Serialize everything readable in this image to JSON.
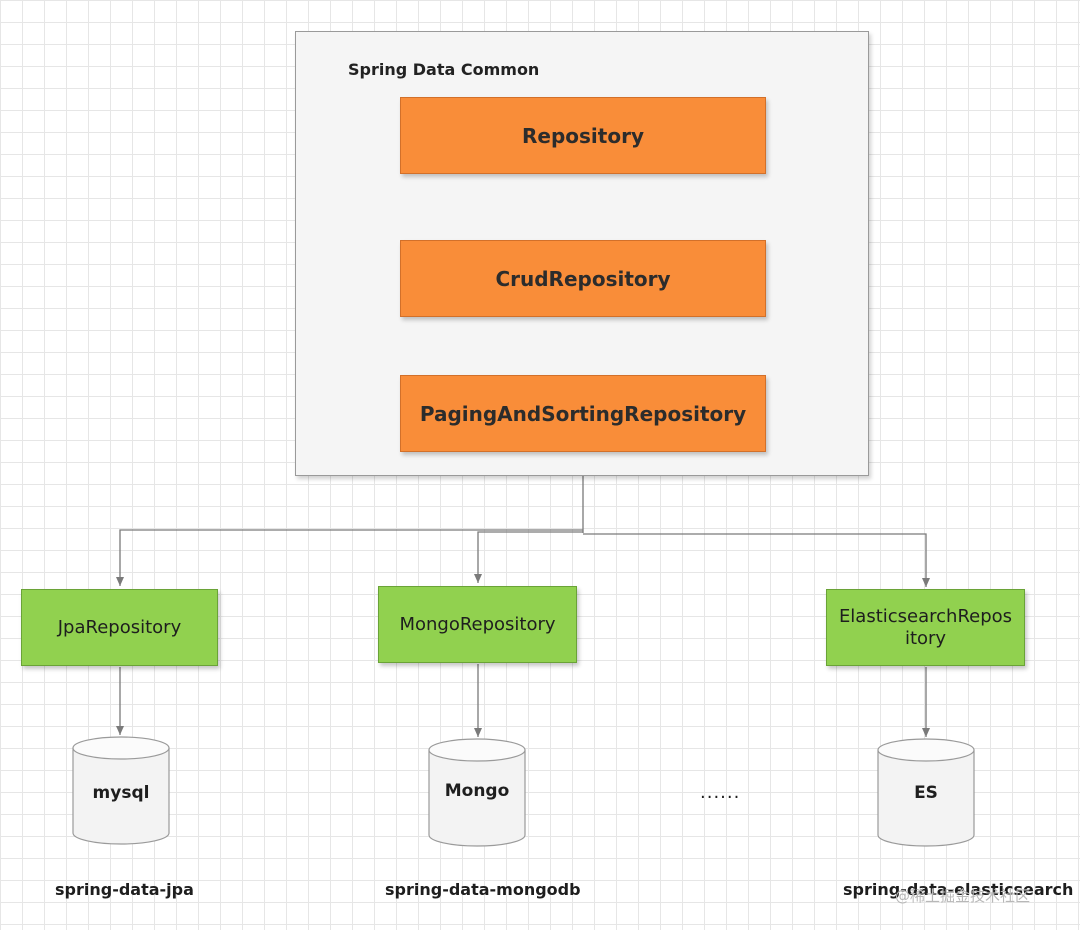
{
  "container": {
    "label": "Spring Data Common"
  },
  "interfaces": [
    {
      "label": "Repository"
    },
    {
      "label": "CrudRepository"
    },
    {
      "label": "PagingAndSortingRepository"
    }
  ],
  "implementations": [
    {
      "label": "JpaRepository",
      "database": "mysql",
      "module": "spring-data-jpa"
    },
    {
      "label": "MongoRepository",
      "database": "Mongo",
      "module": "spring-data-mongodb"
    },
    {
      "label": "ElasticsearchRepos\nitory",
      "database": "ES",
      "module": "spring-data-elasticsearch"
    }
  ],
  "ellipsis": "......",
  "watermark": "@稀土掘金技术社区",
  "colors": {
    "interface_fill": "#f98d39",
    "implementation_fill": "#91d14f",
    "container_fill": "#f5f5f5",
    "connector": "#7a7a7a"
  }
}
